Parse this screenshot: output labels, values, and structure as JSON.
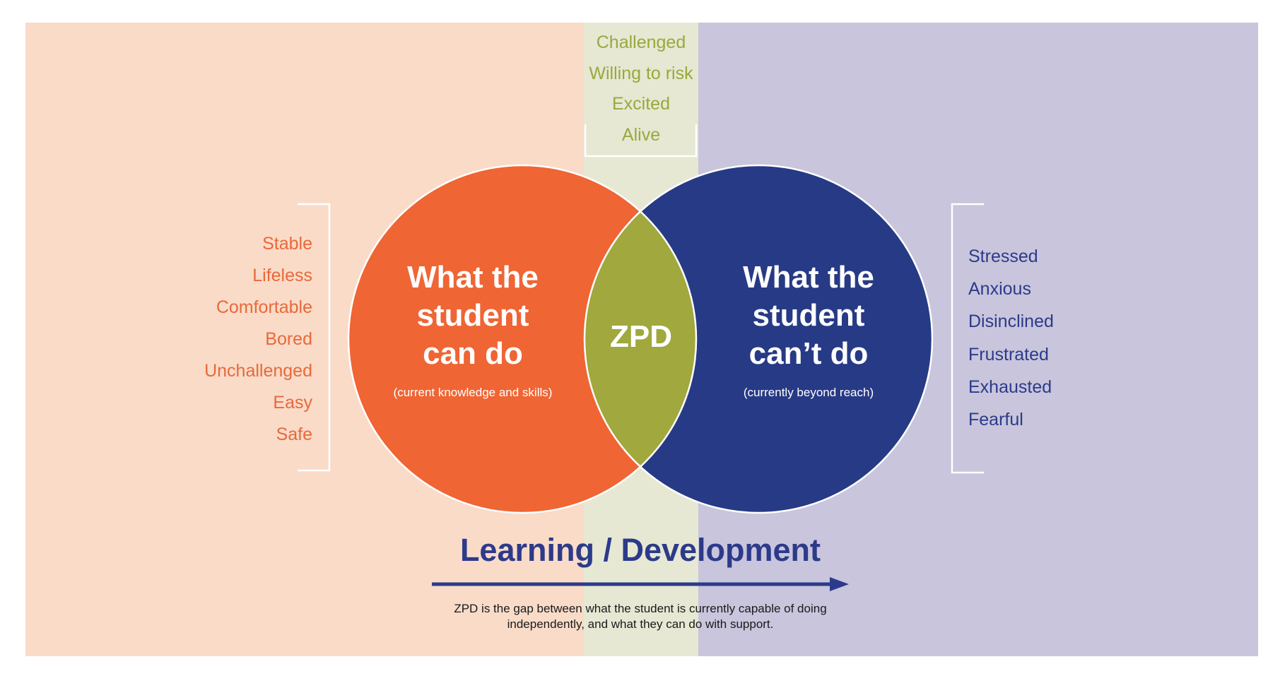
{
  "top_words": [
    "Challenged",
    "Willing to risk",
    "Excited",
    "Alive"
  ],
  "left_words": [
    "Stable",
    "Lifeless",
    "Comfortable",
    "Bored",
    "Unchallenged",
    "Easy",
    "Safe"
  ],
  "right_words": [
    "Stressed",
    "Anxious",
    "Disinclined",
    "Frustrated",
    "Exhausted",
    "Fearful"
  ],
  "left_circle": {
    "title_lines": [
      "What the",
      "student",
      "can do"
    ],
    "subtitle": "(current knowledge and skills)"
  },
  "right_circle": {
    "title_lines": [
      "What the",
      "student",
      "can’t do"
    ],
    "subtitle": "(currently beyond reach)"
  },
  "overlap_label": "ZPD",
  "development_title": "Learning / Development",
  "caption_lines": [
    "ZPD is the gap between what the student is currently capable of doing",
    "independently, and what they can do with support."
  ],
  "colors": {
    "left_zone": "#f9dbc8",
    "middle_zone": "#e6e8d3",
    "right_zone": "#c8c5dc",
    "orange": "#ef6534",
    "navy": "#273a86",
    "olive": "#a0a83e"
  }
}
